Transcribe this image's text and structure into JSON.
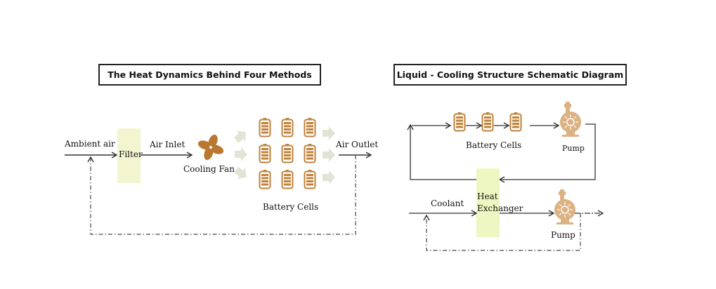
{
  "left_panel": {
    "title": "The Heat Dynamics Behind Four Methods",
    "labels": {
      "ambient_air": "Ambient air",
      "filter": "Filter",
      "air_inlet": "Air Inlet",
      "cooling_fan": "Cooling Fan",
      "battery_cells": "Battery Cells",
      "air_outlet": "Air Outlet"
    },
    "battery_grid": {
      "rows": 3,
      "cols": 3
    }
  },
  "right_panel": {
    "title": "Liquid - Cooling Structure Schematic Diagram",
    "labels": {
      "battery_cells": "Battery Cells",
      "pump_top": "Pump",
      "coolant": "Coolant",
      "heat_exchanger_line1": "Heat",
      "heat_exchanger_line2": "Exchanger",
      "pump_bottom": "Pump"
    },
    "battery_count": 3
  },
  "colors": {
    "battery": "#c0823a",
    "fan": "#b9772f",
    "pump": "#dcb283",
    "filter_fill": "#f2f5d0",
    "exchanger_fill": "#eef7c2",
    "airflow_arrow": "#e2e3d4",
    "line": "#333333"
  }
}
